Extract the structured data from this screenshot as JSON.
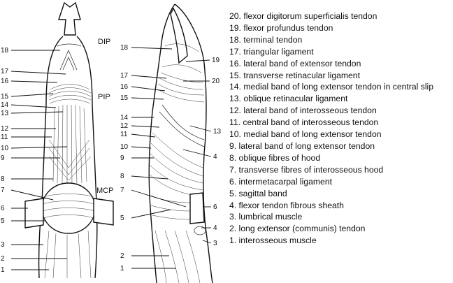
{
  "joint_labels": {
    "dip": "DIP",
    "pip": "PIP",
    "mcp": "MCP"
  },
  "legend": [
    "20. flexor digitorum superficialis tendon",
    "19. flexor profundus tendon",
    "18. terminal tendon",
    "17. triangular ligament",
    "16. lateral band of extensor tendon",
    "15. transverse retinacular ligament",
    "14. medial band of long extensor tendon in central slip",
    "13. oblique retinacular ligament",
    "12. lateral band of interosseous tendon",
    "11. central band of interosseous tendon",
    "10. medial band of long extensor tendon",
    "9.  lateral band of long extensor tendon",
    "8.  oblique fibres of hood",
    "7.  transverse fibres of interosseous hood",
    "6.  intermetacarpal ligament",
    "5.  sagittal band",
    "4.  flexor tendon fibrous sheath",
    "3.  lumbrical muscle",
    "2.  long extensor (communis) tendon",
    "1.  interosseous muscle"
  ],
  "dorsal_view_labels": [
    "18",
    "17",
    "16",
    "15",
    "14",
    "13",
    "12",
    "11",
    "10",
    "9",
    "8",
    "7",
    "6",
    "5",
    "3",
    "2",
    "1"
  ],
  "lateral_view_labels": [
    "18",
    "17",
    "16",
    "15",
    "14",
    "12",
    "11",
    "10",
    "9",
    "8",
    "7",
    "5",
    "2",
    "1",
    "19",
    "20",
    "13",
    "4",
    "6",
    "4",
    "3"
  ]
}
